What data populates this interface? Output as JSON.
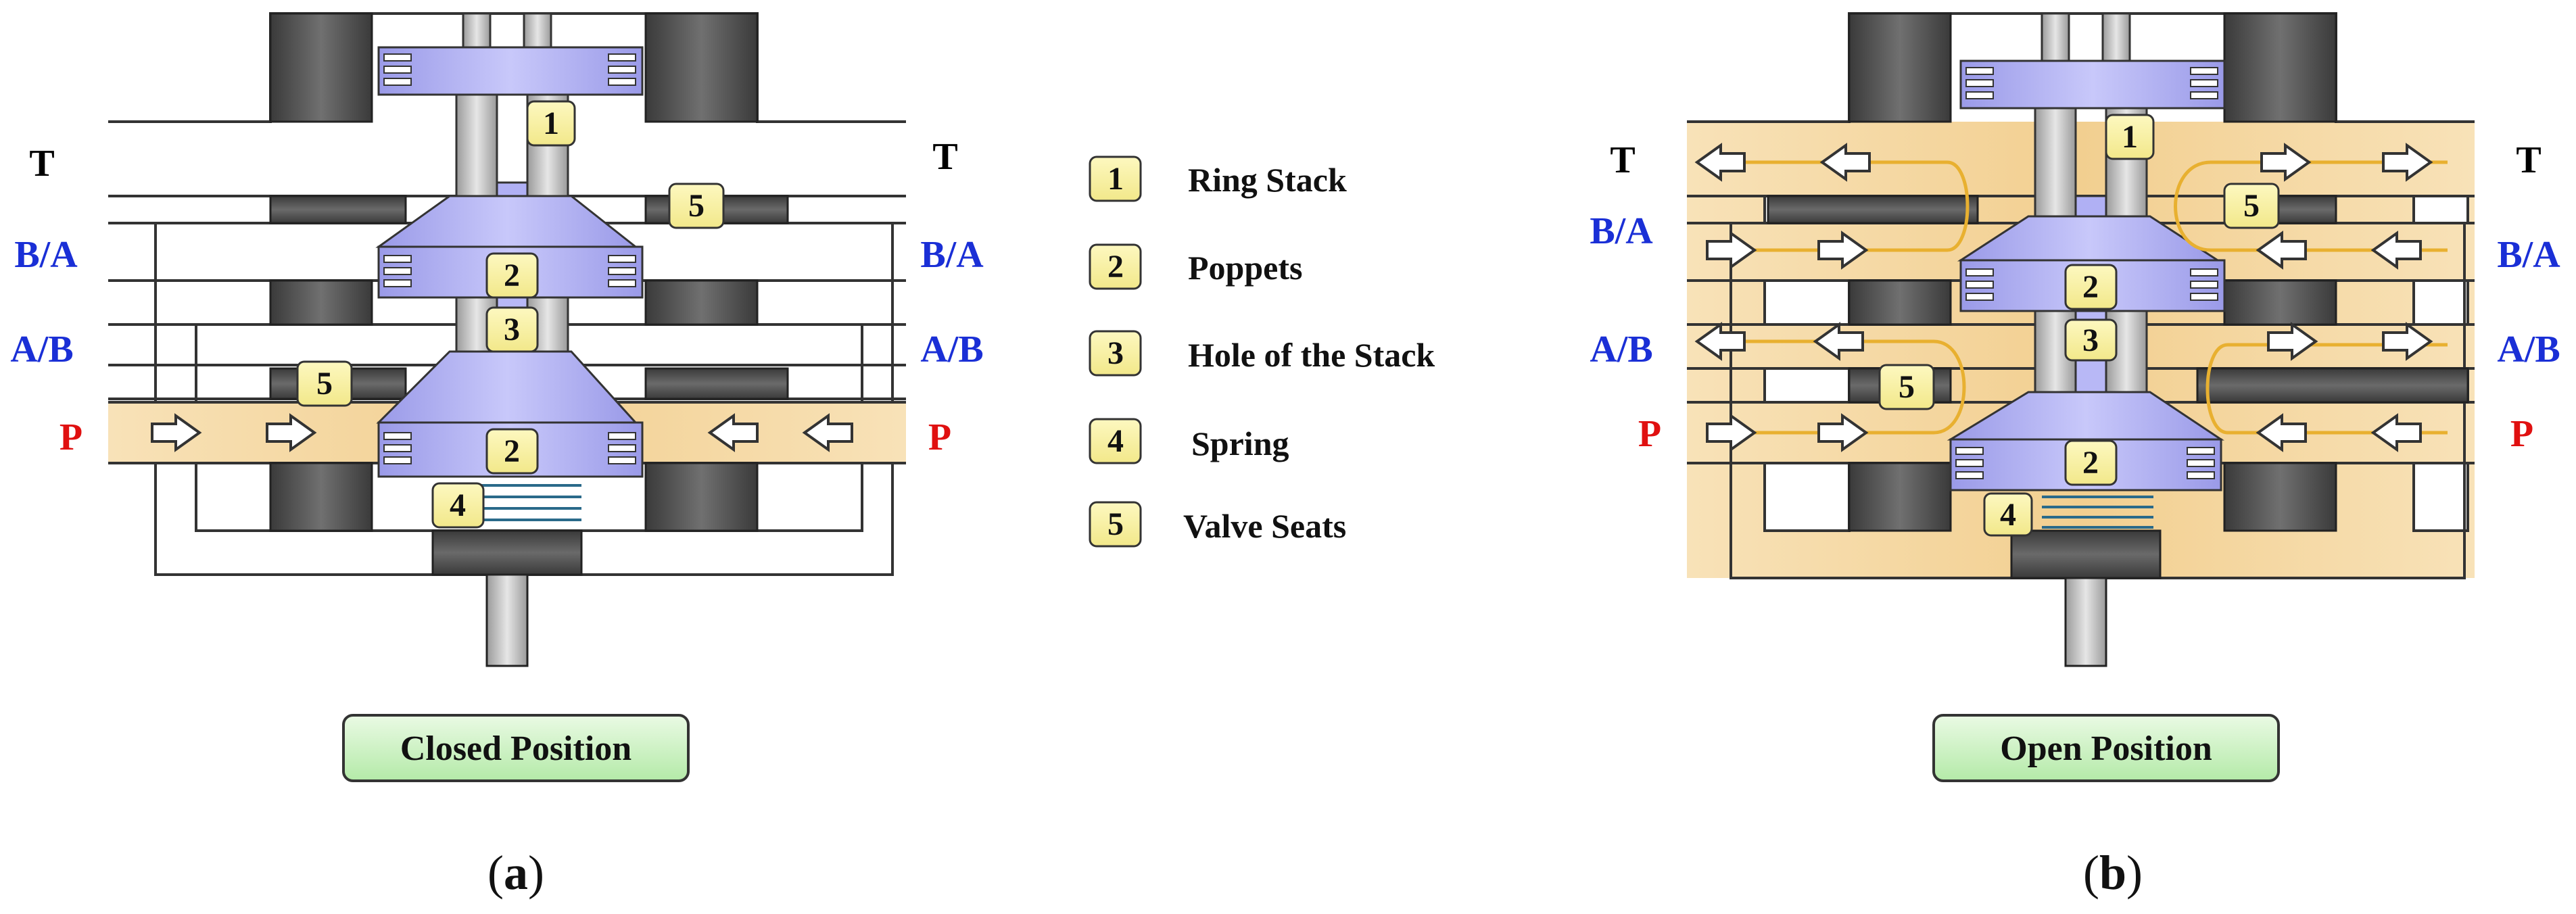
{
  "ports": {
    "t": "T",
    "ba": "B/A",
    "ab": "A/B",
    "p": "P"
  },
  "legend": [
    {
      "num": "1",
      "label": "Ring Stack"
    },
    {
      "num": "2",
      "label": "Poppets"
    },
    {
      "num": "3",
      "label": "Hole of the Stack"
    },
    {
      "num": "4",
      "label": "Spring"
    },
    {
      "num": "5",
      "label": "Valve Seats"
    }
  ],
  "panel_a": {
    "caption": "Closed Position",
    "sub_open": "(",
    "sub_letter": "a",
    "sub_close": ")"
  },
  "panel_b": {
    "caption": "Open Position",
    "sub_open": "(",
    "sub_letter": "b",
    "sub_close": ")"
  },
  "colors": {
    "port_t": "#000000",
    "port_ab": "#1a2fd6",
    "port_p": "#e01010",
    "flow_fill": "#f7ddb0",
    "flow_line": "#e8b030",
    "block_dark": "#4a4a4a",
    "stack_blue": "#a8a8f0",
    "badge_fill": "#faf2a0",
    "caption_fill": "#c8f0c0"
  }
}
